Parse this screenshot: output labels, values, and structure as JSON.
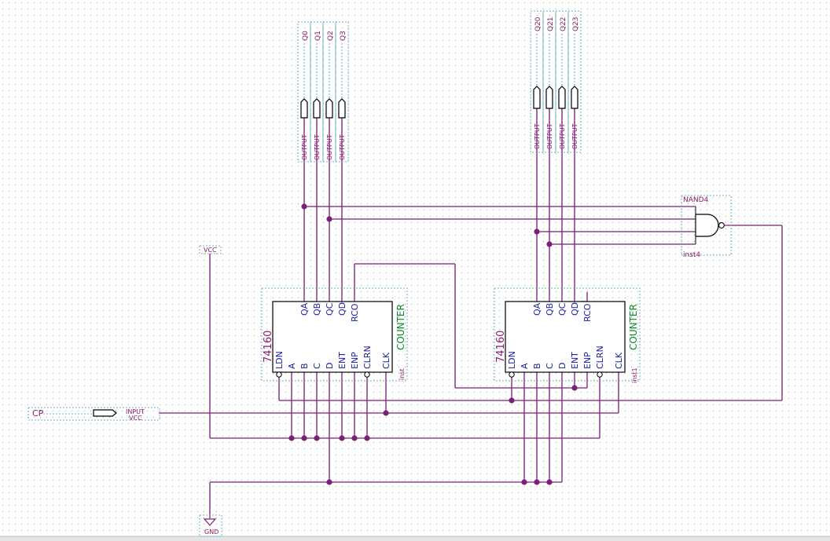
{
  "counters": [
    {
      "name": "74160",
      "type": "COUNTER",
      "instance": "inst",
      "top_pins": [
        "QA",
        "QB",
        "QC",
        "QD",
        "RCO"
      ],
      "bottom_pins": [
        "LDN",
        "A",
        "B",
        "C",
        "D",
        "ENT",
        "ENP",
        "CLRN",
        "CLK"
      ]
    },
    {
      "name": "74160",
      "type": "COUNTER",
      "instance": "inst1",
      "top_pins": [
        "QA",
        "QB",
        "QC",
        "QD",
        "RCO"
      ],
      "bottom_pins": [
        "LDN",
        "A",
        "B",
        "C",
        "D",
        "ENT",
        "ENP",
        "CLRN",
        "CLK"
      ]
    }
  ],
  "outputs": [
    {
      "name": "Q0",
      "label": "OUTPUT"
    },
    {
      "name": "Q1",
      "label": "OUTPUT"
    },
    {
      "name": "Q2",
      "label": "OUTPUT"
    },
    {
      "name": "Q3",
      "label": "OUTPUT"
    },
    {
      "name": "Q20",
      "label": "OUTPUT"
    },
    {
      "name": "Q21",
      "label": "OUTPUT"
    },
    {
      "name": "Q22",
      "label": "OUTPUT"
    },
    {
      "name": "Q23",
      "label": "OUTPUT"
    }
  ],
  "gate": {
    "type": "NAND4",
    "instance": "inst4"
  },
  "input": {
    "name": "CP",
    "label": "INPUT",
    "sublabel": "VCC"
  },
  "power": {
    "vcc": "VCC",
    "gnd": "GND"
  },
  "colors": {
    "wire": "#7a1f7a",
    "pin_label": "#1a1aa8",
    "type_label": "#0a8a2a",
    "grid": "#9a9a9a"
  }
}
